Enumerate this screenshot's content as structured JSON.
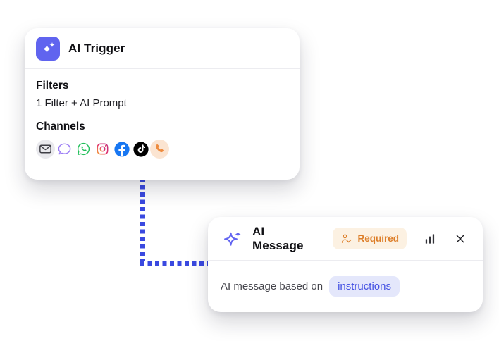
{
  "colors": {
    "accent_indigo": "#6064ef",
    "connector_blue": "#3a49e0",
    "required_badge_bg": "#fcf1e2",
    "required_badge_text": "#dd7e29",
    "instructions_chip_bg": "#e4e7fb",
    "instructions_chip_text": "#4552e3",
    "facebook_blue": "#1877f2",
    "whatsapp_green": "#23c05c",
    "tiktok_black": "#010101"
  },
  "trigger_card": {
    "title": "AI Trigger",
    "header_icon": "ai-sparkle-icon",
    "filters": {
      "label": "Filters",
      "value": "1 Filter + AI Prompt"
    },
    "channels": {
      "label": "Channels",
      "items": [
        "email-icon",
        "chat-bubble-icon",
        "whatsapp-icon",
        "instagram-icon",
        "facebook-icon",
        "tiktok-icon",
        "phone-icon"
      ]
    }
  },
  "message_card": {
    "title": "AI Message",
    "header_icon": "ai-sparkle-outline-icon",
    "badge": {
      "label": "Required",
      "icon": "person-check-icon"
    },
    "actions": [
      "analytics-chart-icon",
      "close-icon"
    ],
    "body": {
      "prefix": "AI message based on",
      "highlight": "instructions"
    }
  }
}
